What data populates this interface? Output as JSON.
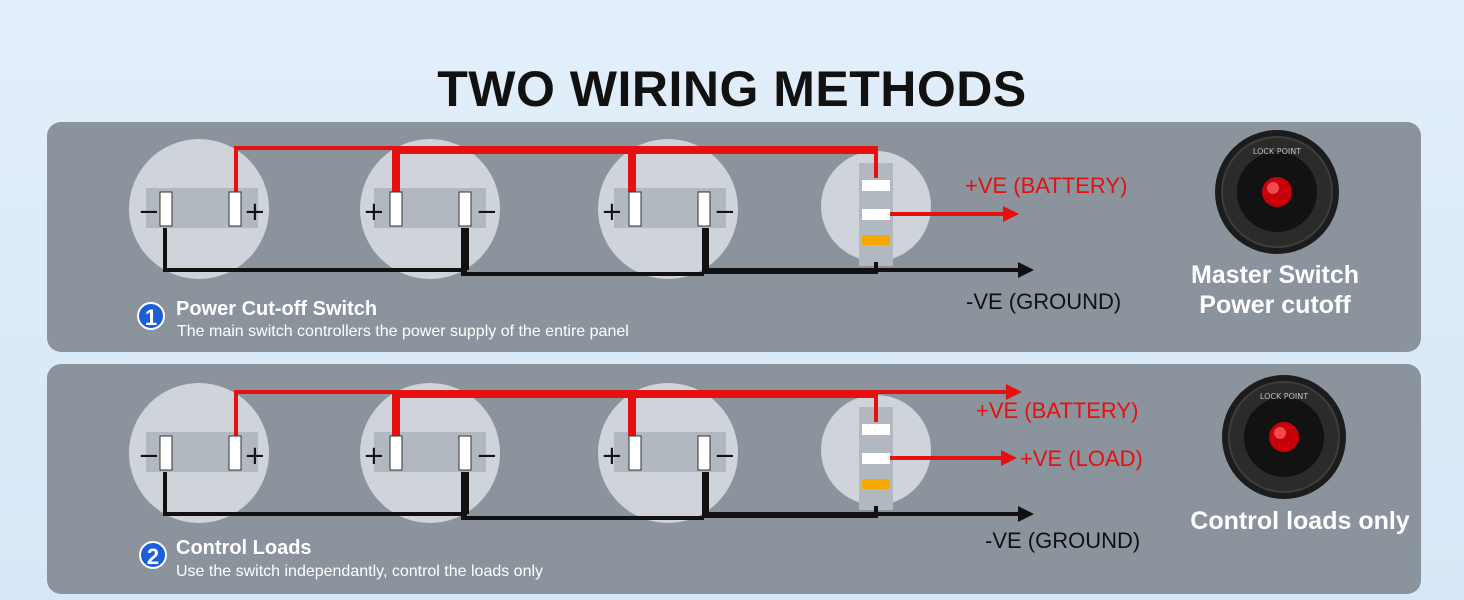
{
  "title": "TWO WIRING METHODS",
  "methods": [
    {
      "number": "1",
      "title": "Power Cut-off Switch",
      "description": "The main switch controllers the power supply of the entire panel",
      "labels": {
        "battery": "+VE (BATTERY)",
        "ground": "-VE (GROUND)"
      },
      "caption_line1": "Master Switch",
      "caption_line2": "Power cutoff"
    },
    {
      "number": "2",
      "title": "Control Loads",
      "description": "Use the switch independantly, control the loads only",
      "labels": {
        "battery": "+VE (BATTERY)",
        "load": "+VE (LOAD)",
        "ground": "-VE (GROUND)"
      },
      "caption_line1": "Control loads only"
    }
  ],
  "switch_engraving": "LOCK POINT",
  "terminal_signs": {
    "plus": "+",
    "minus": "−"
  },
  "colors": {
    "panel": "#8b939d",
    "positive_wire": "#e51010",
    "negative_wire": "#111111",
    "badge": "#1d5fd8",
    "indicator": "#f5a800"
  }
}
